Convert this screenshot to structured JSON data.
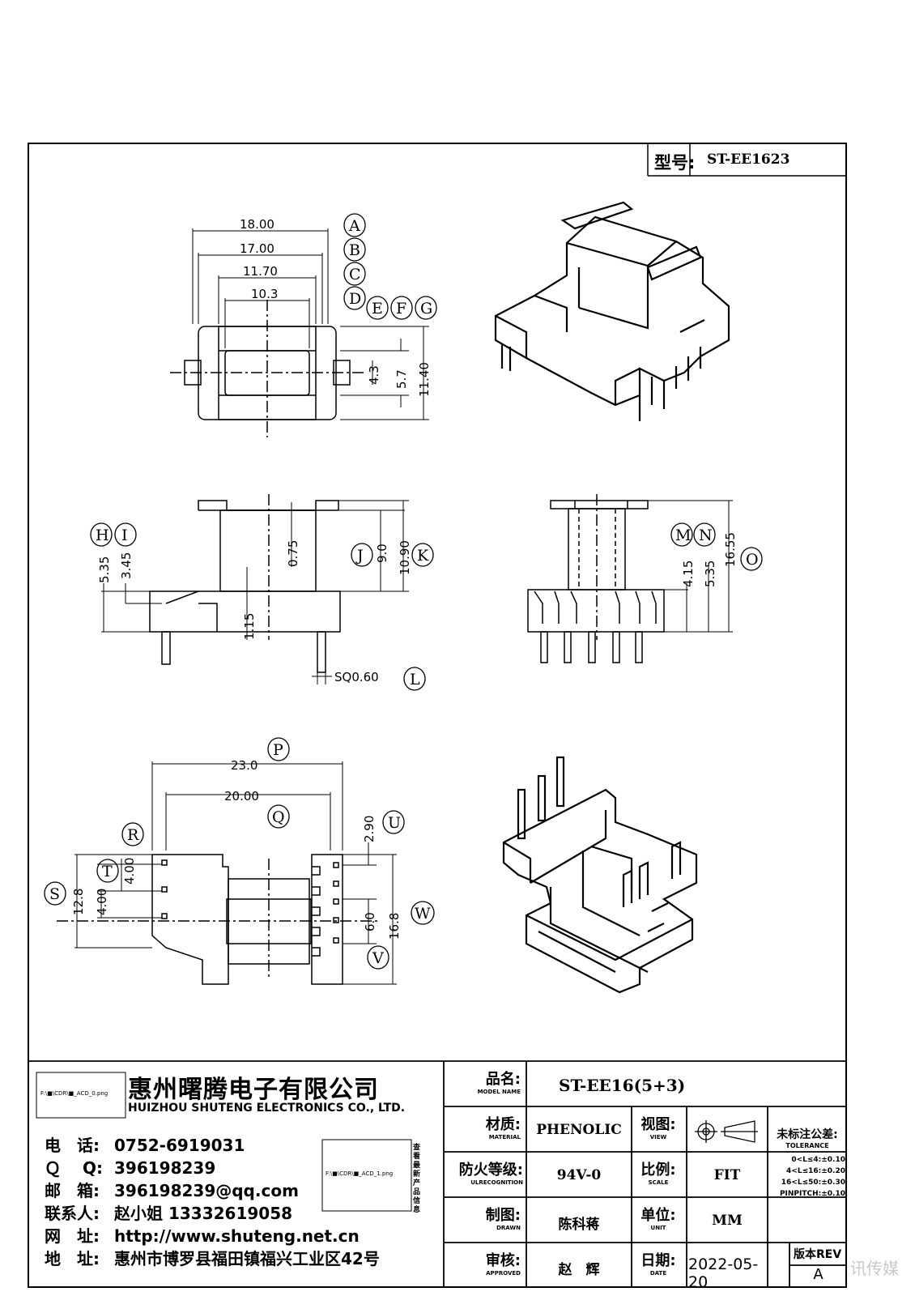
{
  "model_header": {
    "label": "型号:",
    "value": "ST-EE1623"
  },
  "top_view": {
    "dims": [
      "18.00",
      "17.00",
      "11.70",
      "10.3",
      "4.3",
      "5.7",
      "11.40"
    ],
    "balloons": [
      "A",
      "B",
      "C",
      "D",
      "E",
      "F",
      "G"
    ]
  },
  "side_view": {
    "dims": [
      "5.35",
      "3.45",
      "0.75",
      "9.0",
      "10.90",
      "1.15",
      "SQ0.60"
    ],
    "balloons": [
      "H",
      "I",
      "J",
      "K",
      "L"
    ]
  },
  "front_view": {
    "dims": [
      "4.15",
      "5.35",
      "16.55"
    ],
    "balloons": [
      "M",
      "N",
      "O"
    ]
  },
  "bottom_view": {
    "dims": [
      "23.0",
      "20.00",
      "2.90",
      "4.00",
      "12.8",
      "4.00",
      "6.0",
      "16.8"
    ],
    "balloons": [
      "P",
      "Q",
      "R",
      "S",
      "T",
      "U",
      "V",
      "W"
    ]
  },
  "title_block": {
    "logo_placeholder": "F:\\■\\CDR\\■_ACD_0.png",
    "company_cn": "惠州曙腾电子有限公司",
    "company_en": "HUIZHOU SHUTENG ELECTRONICS CO., LTD.",
    "contacts": [
      {
        "label": "电　话:",
        "value": "0752-6919031"
      },
      {
        "label": "Ｑ　 Q:",
        "value": "396198239"
      },
      {
        "label": "邮　箱:",
        "value": "396198239@qq.com"
      },
      {
        "label": "联系人:",
        "value": "赵小姐 13332619058"
      },
      {
        "label": "网　址:",
        "value": "http://www.shuteng.net.cn"
      },
      {
        "label": "地　址:",
        "value": "惠州市博罗县福田镇福兴工业区42号"
      }
    ],
    "qr_placeholder": "F:\\■\\CDR\\■_ACD_1.png",
    "qr_caption": "查看最新产品信息",
    "model_name": {
      "cn": "品名:",
      "en": "MODEL NAME",
      "value": "ST-EE16(5+3)"
    },
    "material": {
      "cn": "材质:",
      "en": "MATERIAL",
      "value": "PHENOLIC"
    },
    "view": {
      "cn": "视图:",
      "en": "VIEW"
    },
    "tolerance": {
      "cn": "未标注公差:",
      "en": "TOLERANCE",
      "lines": [
        "0<L≤4:±0.10",
        "4<L≤16:±0.20",
        "16<L≤50:±0.30",
        "PINPITCH:±0.10"
      ]
    },
    "flammability": {
      "cn": "防火等级:",
      "en": "ULRECOGNITION",
      "value": "94V-0"
    },
    "scale": {
      "cn": "比例:",
      "en": "SCALE",
      "value": "FIT"
    },
    "drawn": {
      "cn": "制图:",
      "en": "DRAWN",
      "value": "陈科蒋"
    },
    "unit": {
      "cn": "单位:",
      "en": "UNIT",
      "value": "MM"
    },
    "approved": {
      "cn": "审核:",
      "en": "APPROVED",
      "value": "赵　辉"
    },
    "date": {
      "cn": "日期:",
      "en": "DATE",
      "value": "2022-05-20"
    },
    "revision": {
      "label": "版本REV",
      "value": "A"
    }
  },
  "watermark": "讯传媒"
}
